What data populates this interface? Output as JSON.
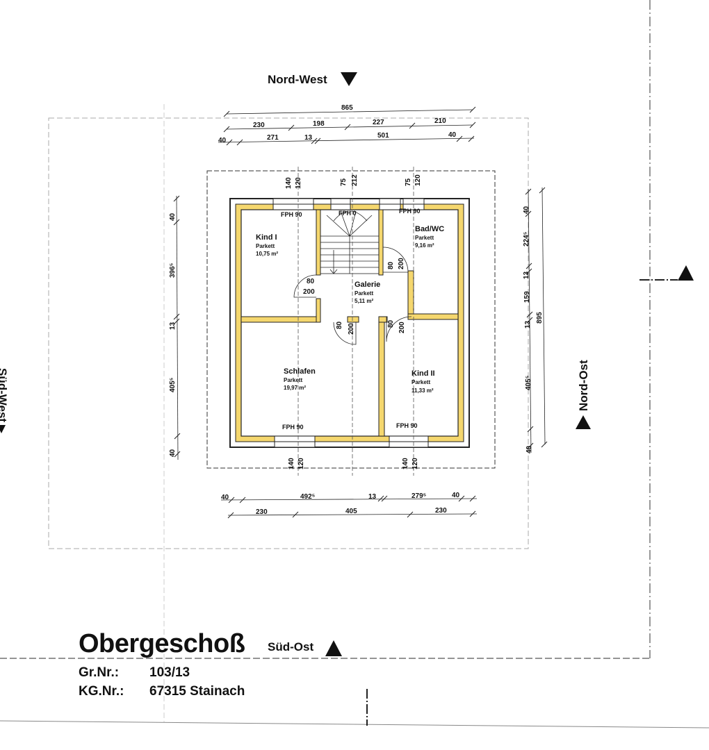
{
  "title": "Obergeschoß",
  "compass": {
    "top": "Nord-West",
    "right": "Nord-Ost",
    "left": "Süd-West",
    "bottom": "Süd-Ost"
  },
  "info": {
    "gr_label": "Gr.Nr.:",
    "gr_value": "103/13",
    "kg_label": "KG.Nr.:",
    "kg_value": "67315 Stainach"
  },
  "rooms": [
    {
      "name": "Kind I",
      "floor": "Parkett",
      "area": "10,75 m²"
    },
    {
      "name": "Bad/WC",
      "floor": "Parkett",
      "area": "9,16 m²"
    },
    {
      "name": "Galerie",
      "floor": "Parkett",
      "area": "5,11 m²"
    },
    {
      "name": "Schlafen",
      "floor": "Parkett",
      "area": "19,97 m²"
    },
    {
      "name": "Kind II",
      "floor": "Parkett",
      "area": "11,33 m²"
    }
  ],
  "fph": [
    "FPH 90",
    "FPH 0",
    "FPH 90",
    "FPH 90",
    "FPH 90"
  ],
  "dims_top": {
    "total": "865",
    "row2": [
      "230",
      "198",
      "227",
      "210"
    ],
    "row3": [
      "40",
      "271",
      "13",
      "501",
      "40"
    ]
  },
  "dims_bottom": {
    "row1": [
      "40",
      "492⁵",
      "13",
      "279⁵",
      "40"
    ],
    "row2": [
      "230",
      "405",
      "230"
    ]
  },
  "dims_left": [
    "40",
    "396⁵",
    "13",
    "405⁵",
    "40"
  ],
  "dims_right": [
    "40",
    "224⁵",
    "13",
    "159",
    "13",
    "405⁵",
    "40"
  ],
  "dims_right_total": "895",
  "window_dims": [
    "140",
    "120",
    "75",
    "212",
    "75",
    "120",
    "140",
    "120",
    "140",
    "120"
  ],
  "door_dims": [
    "80",
    "200",
    "80",
    "200",
    "80",
    "200",
    "80",
    "200"
  ]
}
